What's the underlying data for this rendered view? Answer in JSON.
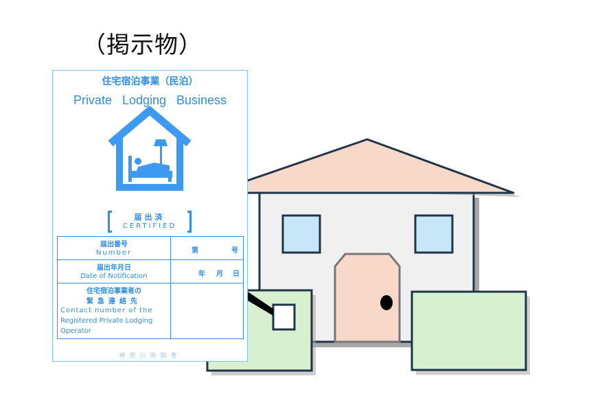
{
  "heading": "（掲示物）",
  "sign": {
    "title_jp": "住宅宿泊事業（民泊）",
    "title_en": "Private Lodging Business",
    "certified_jp": "届出済",
    "certified_en": "CERTIFIED",
    "rows": {
      "number": {
        "label_jp": "届出番号",
        "label_en": "Number",
        "value_prefix": "第",
        "value_suffix": "号"
      },
      "date": {
        "label_jp": "届出年月日",
        "label_en": "Date of Notification",
        "year": "年",
        "month": "月",
        "day": "日"
      },
      "contact": {
        "label_jp_1": "住宅宿泊事業者の",
        "label_jp_2": "緊急連絡先",
        "label_en_1": "Contact number of the",
        "label_en_2": "Registered Private Lodging",
        "label_en_3": "Operator"
      }
    },
    "issuer": "神奈川県知事"
  },
  "colors": {
    "sign_blue": "#2f8ee5",
    "roof": "#f8d8c8",
    "wall": "#f0f0f0",
    "window": "#c7e6f8",
    "door": "#f8d8c8",
    "fence": "#d8f0d0",
    "outline": "#1f3447"
  }
}
